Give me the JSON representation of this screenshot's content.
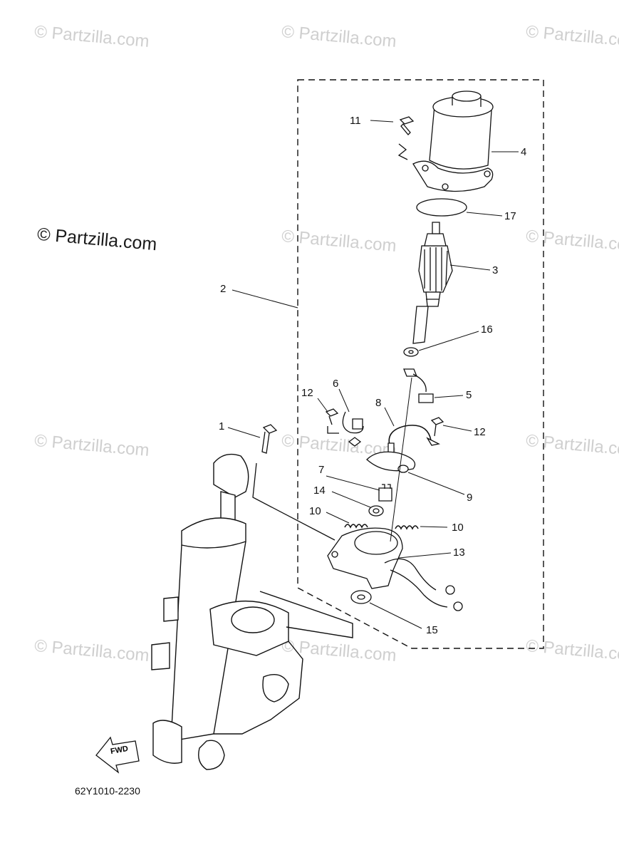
{
  "watermarks": {
    "text": "© Partzilla.com",
    "primary_text": "© Partzilla.com"
  },
  "callouts": {
    "c1": "1",
    "c2": "2",
    "c3": "3",
    "c4": "4",
    "c5": "5",
    "c6": "6",
    "c7": "7",
    "c8": "8",
    "c9": "9",
    "c10a": "10",
    "c10b": "10",
    "c11": "11",
    "c12a": "12",
    "c12b": "12",
    "c13": "13",
    "c14": "14",
    "c15": "15",
    "c16": "16",
    "c17": "17"
  },
  "fwd_label": "FWD",
  "diagram_code": "62Y1010-2230",
  "colors": {
    "line": "#111111",
    "watermark": "#cfcfcf",
    "background": "#ffffff"
  }
}
